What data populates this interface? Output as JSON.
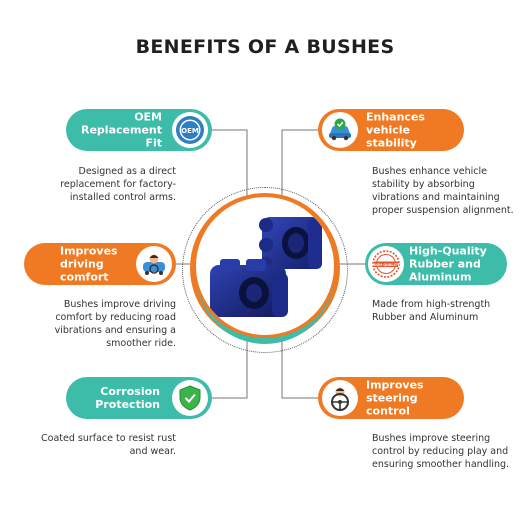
{
  "title": "BENEFITS OF A BUSHES",
  "colors": {
    "teal": "#3dbda9",
    "orange": "#f07a23",
    "bushing": "#1f2f8f"
  },
  "benefits": [
    {
      "heading": "OEM\nReplacement Fit",
      "icon": "oem-badge-icon",
      "badge_text": "OEM",
      "description": "Designed as a direct replacement for factory-installed control arms."
    },
    {
      "heading": "Enhances\nvehicle stability",
      "icon": "car-check-icon",
      "description": "Bushes enhance vehicle stability by absorbing vibrations and maintaining proper suspension alignment."
    },
    {
      "heading": "Improves\ndriving\ncomfort",
      "icon": "driver-icon",
      "description": "Bushes improve driving comfort by reducing road vibrations and ensuring a smoother ride."
    },
    {
      "heading": "High-Quality\nRubber and\nAluminum",
      "icon": "high-quality-stamp-icon",
      "badge_text": "HIGH QUALITY",
      "description": "Made from high-strength Rubber and Aluminum"
    },
    {
      "heading": "Corrosion\nProtection",
      "icon": "shield-check-icon",
      "description": "Coated surface to resist rust and wear."
    },
    {
      "heading": "Improves\nsteering\ncontrol",
      "icon": "steering-wheel-icon",
      "description": "Bushes improve steering control by reducing play and ensuring smoother handling."
    }
  ],
  "center_image": "bushings-product-photo"
}
